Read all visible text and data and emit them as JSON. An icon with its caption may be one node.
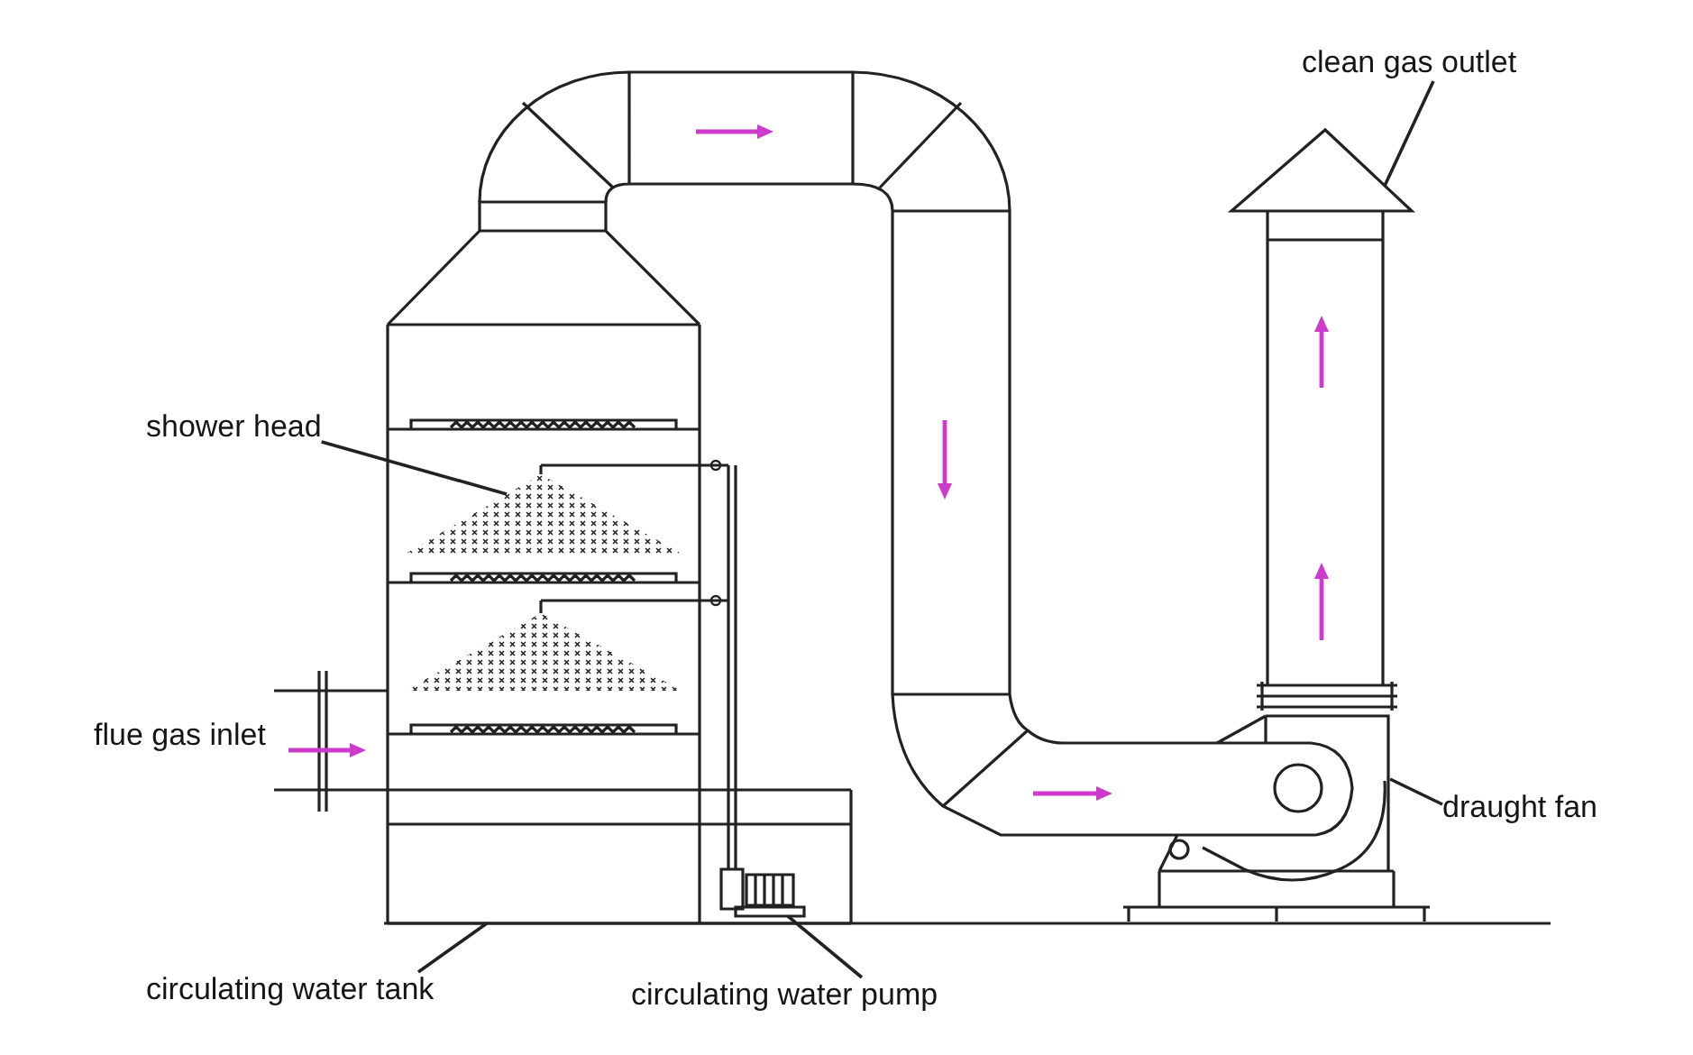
{
  "diagram": {
    "nodes": [
      {
        "text": [
          "clean gas outlet"
        ]
      },
      {
        "text": [],
        "shape": "picture"
      },
      {
        "text": [
          "shower head"
        ]
      },
      {
        "text": [],
        "shape": "picture"
      },
      {
        "text": [
          "draught fan"
        ]
      },
      {
        "text": [],
        "shape": "picture"
      },
      {
        "text": [
          "circulating water tank"
        ]
      },
      {
        "text": [],
        "shape": "picture"
      },
      {
        "text": [
          "circulating water pump"
        ]
      },
      {
        "text": [],
        "shape": "picture",
        "in": 7
      }
    ],
    "edges": [
      {
        "from": 0,
        "to": 1,
        "arrow": "none"
      },
      {
        "from": 2,
        "to": 3,
        "arrow": "none"
      },
      {
        "from": 4,
        "to": 5,
        "arrow": "none"
      },
      {
        "from": 6,
        "to": 7,
        "arrow": "none"
      },
      {
        "from": 8,
        "to": 9,
        "arrow": "none"
      }
    ],
    "labels": [
      "flue gas inlet"
    ]
  }
}
